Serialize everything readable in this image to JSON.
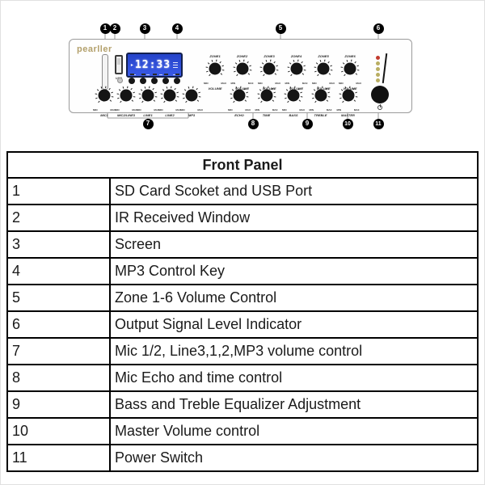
{
  "diagram": {
    "brand": "pearller",
    "screen_text": "12:33",
    "sd_label": "SD",
    "usb_label": "USB",
    "min_label": "MIN",
    "max_label": "MAX",
    "zone_knobs": [
      {
        "label": "ZONE1",
        "sub": "VOLUME"
      },
      {
        "label": "ZONE2",
        "sub": "VOLUME"
      },
      {
        "label": "ZONE3",
        "sub": "VOLUME"
      },
      {
        "label": "ZONE4",
        "sub": "VOLUME"
      },
      {
        "label": "ZONE5",
        "sub": "VOLUME"
      },
      {
        "label": "ZONE6",
        "sub": "VOLUME"
      }
    ],
    "input_knobs": [
      "MIC1",
      "MIC2/LINE3",
      "LINE1",
      "LINE2",
      "MP3"
    ],
    "control_knobs": [
      "ECHO",
      "TIME",
      "BASS",
      "TREBLE",
      "MASTER"
    ],
    "callouts_top": [
      "1",
      "2",
      "3",
      "4",
      "5",
      "6"
    ],
    "callouts_bottom": [
      "7",
      "8",
      "9",
      "10",
      "11"
    ],
    "colors": {
      "led_red": "#c23b2e",
      "led_yellow": "#b9ae62",
      "screen_bg": "#2f4ed8",
      "logo": "#b3a06b"
    }
  },
  "table": {
    "title": "Front Panel",
    "rows": [
      {
        "num": "1",
        "desc": "SD Card Scoket and USB Port"
      },
      {
        "num": "2",
        "desc": "IR Received Window"
      },
      {
        "num": "3",
        "desc": "Screen"
      },
      {
        "num": "4",
        "desc": "MP3 Control Key"
      },
      {
        "num": "5",
        "desc": "Zone 1-6 Volume Control"
      },
      {
        "num": "6",
        "desc": "Output Signal Level Indicator"
      },
      {
        "num": "7",
        "desc": "Mic 1/2, Line3,1,2,MP3 volume control"
      },
      {
        "num": "8",
        "desc": "Mic Echo and time control"
      },
      {
        "num": "9",
        "desc": "Bass and Treble Equalizer Adjustment"
      },
      {
        "num": "10",
        "desc": "Master Volume control"
      },
      {
        "num": "11",
        "desc": "Power Switch"
      }
    ]
  }
}
